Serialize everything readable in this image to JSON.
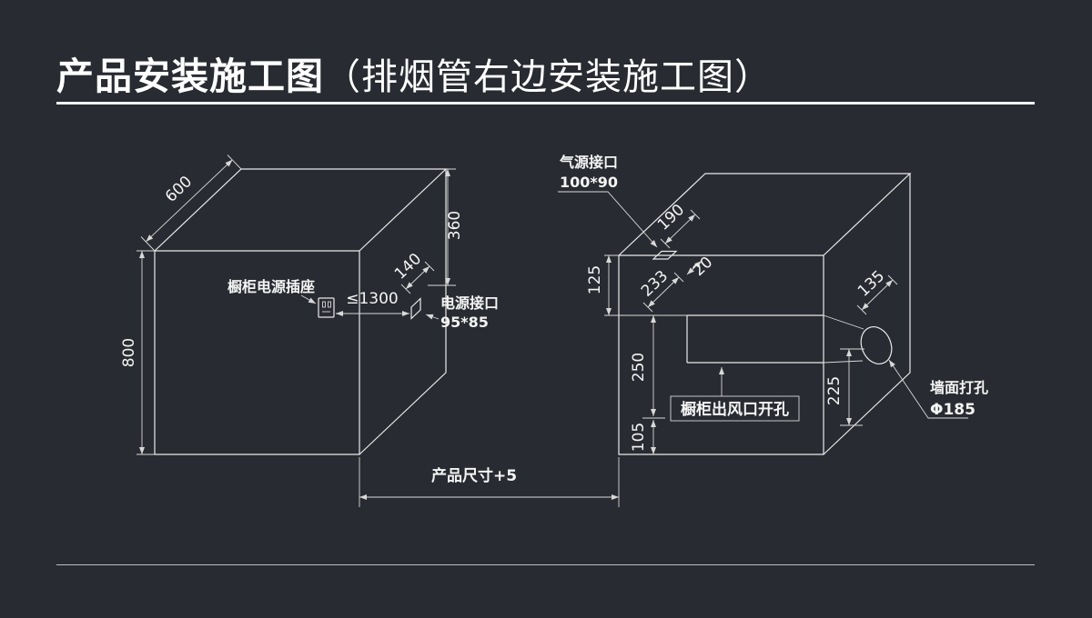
{
  "header": {
    "title_main": "产品安装施工图",
    "title_sub": "（排烟管右边安装施工图）"
  },
  "left": {
    "dim_600": "600",
    "dim_800": "800",
    "dim_360": "360",
    "dim_140": "140",
    "socket_label": "橱柜电源插座",
    "socket_distance": "≤1300",
    "power_port_label": "电源接口",
    "power_port_size": "95*85"
  },
  "right": {
    "gas_label": "气源接口",
    "gas_size": "100*90",
    "dim_190": "190",
    "dim_125": "125",
    "dim_233": "233",
    "dim_20": "20",
    "dim_250": "250",
    "dim_105": "105",
    "dim_225": "225",
    "dim_135": "135",
    "outlet_label": "橱柜出风口开孔",
    "wall_hole_label": "墙面打孔",
    "wall_hole_size": "Φ185"
  },
  "bottom": {
    "product_dim": "产品尺寸+5"
  },
  "colors": {
    "background": "#282b31",
    "line": "#eaeaea",
    "text": "#f4f4f4"
  }
}
